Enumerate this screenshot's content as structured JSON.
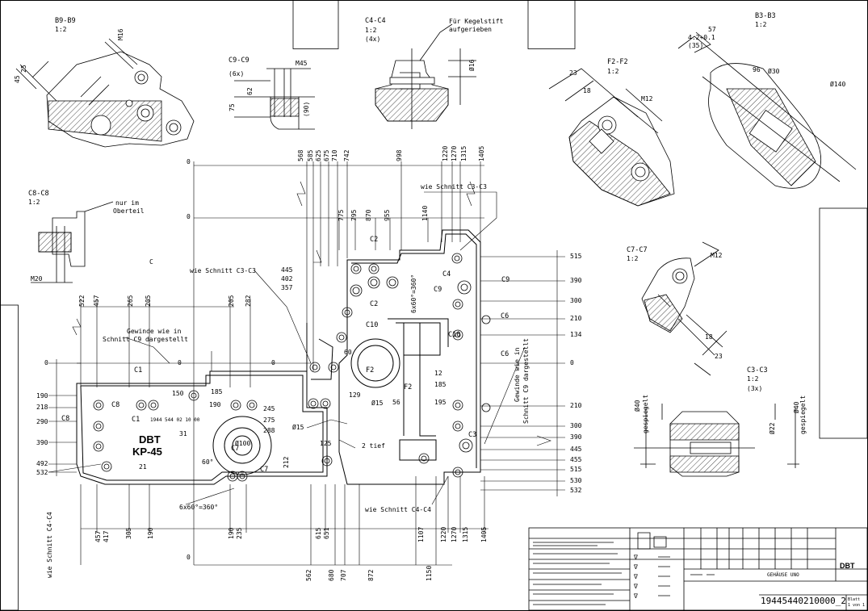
{
  "views": {
    "b9": {
      "title": "B9-B9",
      "scale": "1:2",
      "dims": [
        "M16",
        "25",
        "45"
      ]
    },
    "c9": {
      "title": "C9-C9",
      "count": "(6x)",
      "dims": [
        "M45",
        "62",
        "75",
        "(90)"
      ]
    },
    "c4": {
      "title": "C4-C4",
      "scale": "1:2",
      "count": "(4x)",
      "note_1": "Für Kegelstift",
      "note_2": "aufgerieben",
      "dims": [
        "Ø16"
      ]
    },
    "b3": {
      "title": "B3-B3",
      "scale": "1:2",
      "dims": [
        "57",
        "4.2+0.1",
        "(35)",
        "96",
        "Ø30",
        "Ø140"
      ]
    },
    "f2": {
      "title": "F2-F2",
      "scale": "1:2",
      "dims": [
        "23",
        "18",
        "M12"
      ]
    },
    "c8": {
      "title": "C8-C8",
      "scale": "1:2",
      "note_1": "nur im",
      "note_2": "Oberteil",
      "dims": [
        "M20"
      ]
    },
    "c7": {
      "title": "C7-C7",
      "scale": "1:2",
      "dims": [
        "M12",
        "18",
        "23"
      ]
    },
    "c3": {
      "title": "C3-C3",
      "scale": "1:2",
      "count": "(3x)",
      "dims": [
        "Ø40",
        "gespiegelt",
        "Ø22",
        "Ø40",
        "gespiegelt"
      ]
    }
  },
  "main": {
    "top_dims": [
      "568",
      "585",
      "625",
      "675",
      "710",
      "742",
      "998",
      "1220",
      "1270",
      "1315",
      "1405"
    ],
    "upper_dims": [
      "775",
      "795",
      "870",
      "955",
      "1140"
    ],
    "left_top_dims": [
      "522",
      "457",
      "265",
      "205",
      "205",
      "282"
    ],
    "right_dims": [
      "515",
      "390",
      "300",
      "210",
      "134",
      "0",
      "210",
      "300",
      "390",
      "445",
      "455",
      "515",
      "530",
      "532"
    ],
    "left_dims": [
      "190",
      "218",
      "290",
      "390",
      "492",
      "532"
    ],
    "inner_right_dims": [
      "12",
      "185",
      "195"
    ],
    "inner_left_dims": [
      "445",
      "402",
      "357"
    ],
    "bottom_dims_1": [
      "457",
      "417",
      "305",
      "190",
      "190",
      "235",
      "615",
      "651",
      "1107",
      "1220",
      "1270",
      "1315",
      "1405"
    ],
    "bottom_dims_2": [
      "562",
      "680",
      "707",
      "872",
      "1150"
    ],
    "zero": "0",
    "sections": [
      "C1",
      "C1",
      "C2",
      "C2",
      "C3",
      "C4",
      "C6",
      "C6",
      "C7",
      "C7",
      "C8",
      "C8",
      "C9",
      "C9",
      "C10",
      "C10",
      "F2",
      "F2"
    ],
    "mid_dims": [
      "150",
      "185",
      "190",
      "245",
      "275",
      "288",
      "129",
      "56",
      "125",
      "212",
      "Ø100",
      "60°",
      "60",
      "60°",
      "Ø15",
      "Ø15"
    ],
    "note_thread_1": "Gewinde wie in",
    "note_thread_2": "Schnitt C9 dargestellt",
    "note_thread_r1": "Gewinde wie in",
    "note_thread_r2": "Schnitt C9 dargestellt",
    "note_section_c3_top": "wie Schnitt C3-C3",
    "note_section_c3_mid": "wie Schnitt C3-C3",
    "note_section_c4_bottom": "wie Schnitt C4-C4",
    "note_section_c4_left": "wie Schnitt C4-C4",
    "note_pattern_top": "6x60°=360°",
    "note_pattern_bottom": "6x60°=360°",
    "note_depth": "2 tief",
    "stamp_number": "1944 544 02 10 00",
    "brand": "DBT",
    "model": "KP-45",
    "mark_31": "31",
    "mark_21": "21",
    "mark_c": "C"
  },
  "title_block": {
    "name": "GEHÄUSE UNO",
    "drawing_no": "19445440210000_2",
    "logo": "DBT",
    "sheet_label": "Blatt",
    "sheet_value": "1 von 1",
    "surface": [
      "∇",
      "∇",
      "∇",
      "∇",
      "∇"
    ]
  }
}
